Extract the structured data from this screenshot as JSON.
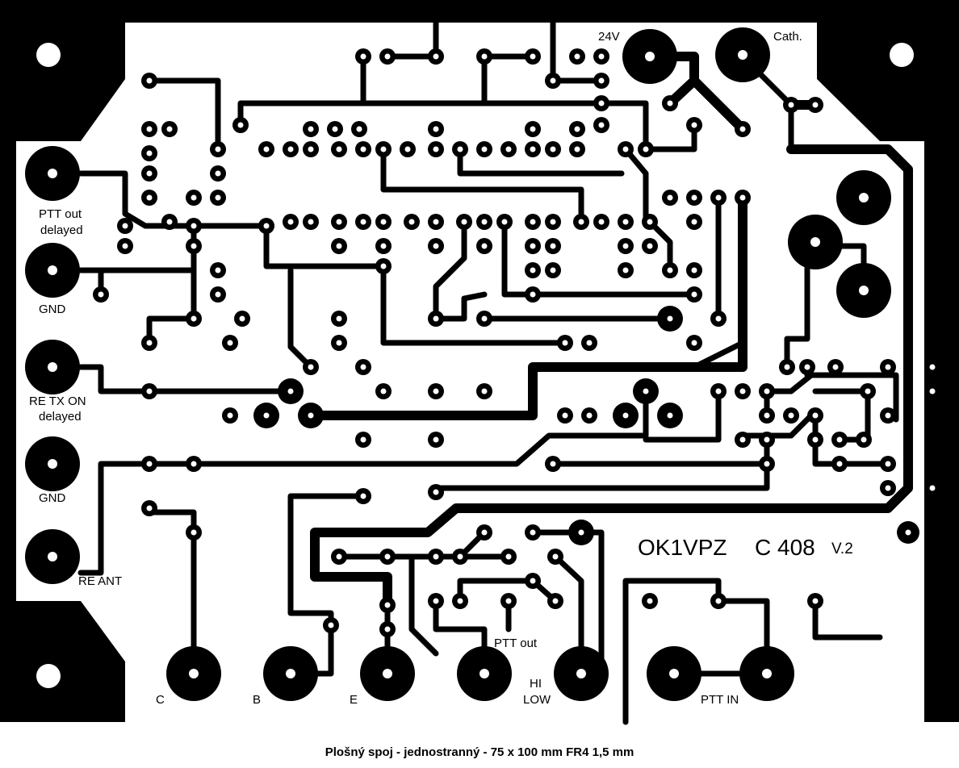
{
  "board": {
    "title": "OK1VPZ",
    "model": "C 408",
    "version": "V.2",
    "colors": {
      "copper": "#000000",
      "substrate": "#ffffff"
    }
  },
  "labels": {
    "supply": "24V",
    "cathode": "Cath.",
    "ptt_out_delayed_1": "PTT out",
    "ptt_out_delayed_2": "delayed",
    "gnd_1": "GND",
    "re_tx_on_1": "RE TX ON",
    "re_tx_on_2": "delayed",
    "gnd_2": "GND",
    "re_ant": "RE ANT",
    "pin_c": "C",
    "pin_b": "B",
    "pin_e": "E",
    "ptt_out": "PTT out",
    "hi": "HI",
    "low": "LOW",
    "ptt_in": "PTT IN"
  },
  "caption": "Plošný spoj  - jednostranný - 75 x 100 mm  FR4 1,5 mm"
}
